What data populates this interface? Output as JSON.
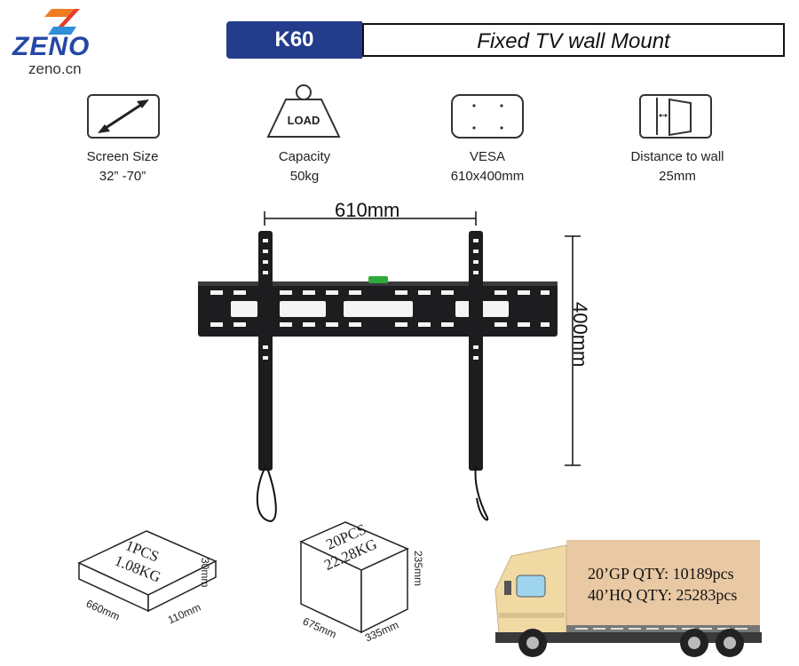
{
  "brand": {
    "name": "ZENO",
    "url": "zeno.cn"
  },
  "header": {
    "model": "K60",
    "title": "Fixed TV wall Mount"
  },
  "specs": [
    {
      "icon": "screen-size-icon",
      "label": "Screen Size",
      "value": "32”  -70”"
    },
    {
      "icon": "load-weight-icon",
      "icon_text": "LOAD",
      "label": "Capacity",
      "value": "50kg"
    },
    {
      "icon": "vesa-icon",
      "label": "VESA",
      "value": "610x400mm"
    },
    {
      "icon": "distance-to-wall-icon",
      "label": "Distance to wall",
      "value": "25mm"
    }
  ],
  "dimensions": {
    "width": "610mm",
    "height": "400mm"
  },
  "packages": [
    {
      "count": "1PCS",
      "weight": "1.08KG",
      "length": "660mm",
      "width": "110mm",
      "height": "30mm"
    },
    {
      "count": "20PCS",
      "weight": "22.28KG",
      "length": "675mm",
      "width": "335mm",
      "height": "235mm"
    }
  ],
  "shipping": {
    "gp20": "20’GP QTY:  10189pcs",
    "hq40": "40’HQ QTY:  25283pcs"
  }
}
